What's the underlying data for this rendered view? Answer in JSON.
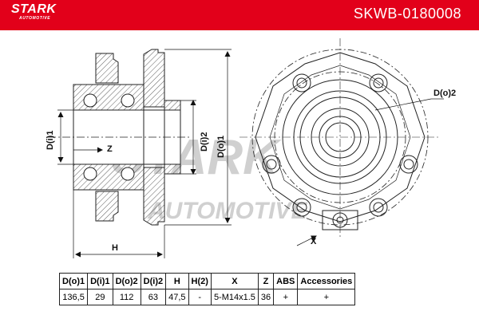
{
  "brand": {
    "name": "STARK",
    "tagline": "AUTOMOTIVE"
  },
  "part_number": "SKWB-0180008",
  "watermark": {
    "name": "STARK",
    "tagline": "AUTOMOTIVE"
  },
  "drawing_labels": {
    "d_i1": "D(i)1",
    "d_i2": "D(i)2",
    "d_o1": "D(o)1",
    "d_o2": "D(o)2",
    "z": "Z",
    "h": "H",
    "x": "X"
  },
  "colors": {
    "brand_red": "#e2001a",
    "line": "#222222",
    "hatch": "#333333"
  },
  "spec_table": {
    "headers": [
      "D(o)1",
      "D(i)1",
      "D(o)2",
      "D(i)2",
      "H",
      "H(2)",
      "X",
      "Z",
      "ABS",
      "Accessories"
    ],
    "values": [
      "136,5",
      "29",
      "112",
      "63",
      "47,5",
      "-",
      "5-M14x1.5",
      "36",
      "+",
      "+"
    ]
  }
}
